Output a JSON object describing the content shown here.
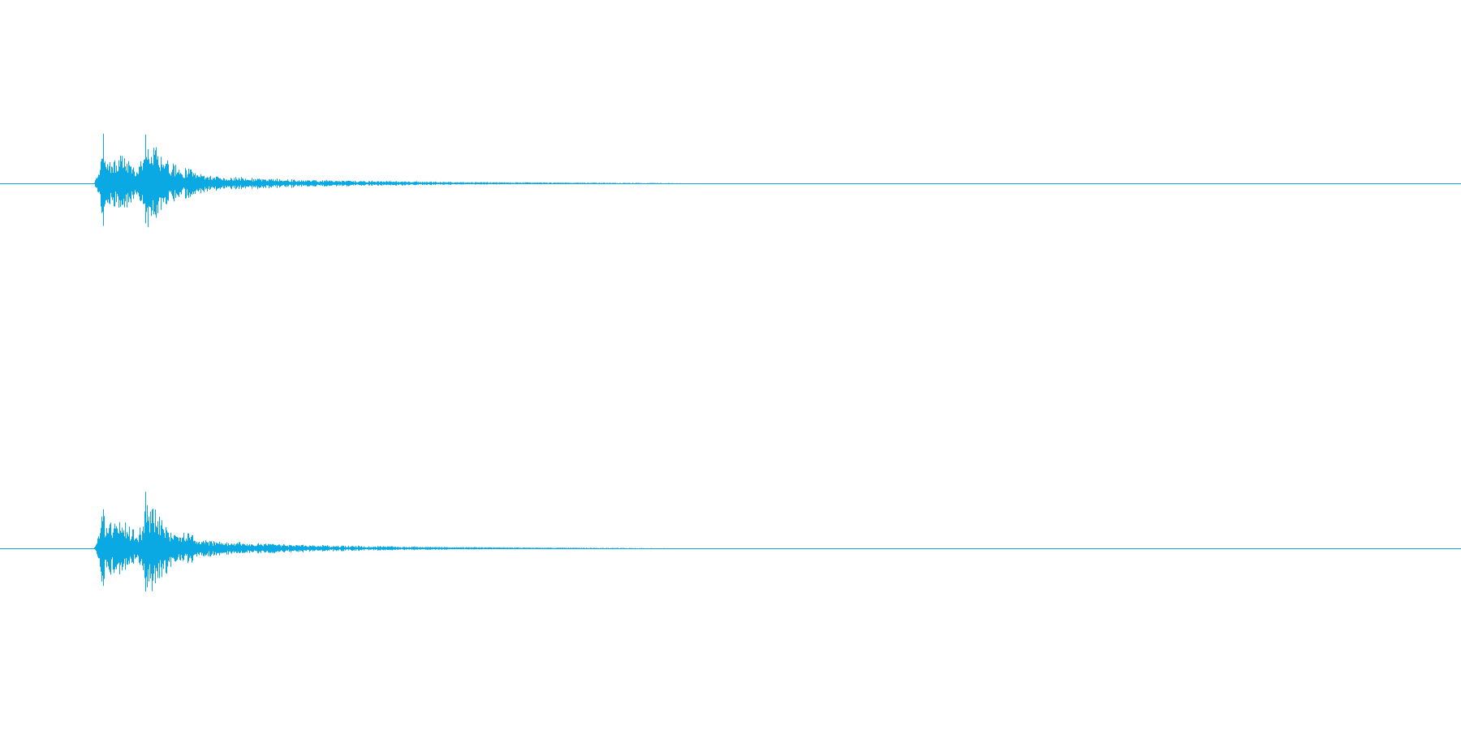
{
  "waveform": {
    "color": "#0ba9e3",
    "background": "#ffffff",
    "channels": [
      {
        "name": "",
        "envelope": [
          [
            0.0,
            0.0
          ],
          [
            0.064,
            0.0
          ],
          [
            0.066,
            0.12
          ],
          [
            0.069,
            0.42
          ],
          [
            0.07,
            0.98
          ],
          [
            0.072,
            0.45
          ],
          [
            0.076,
            0.38
          ],
          [
            0.08,
            0.42
          ],
          [
            0.084,
            0.46
          ],
          [
            0.088,
            0.38
          ],
          [
            0.092,
            0.3
          ],
          [
            0.094,
            0.2
          ],
          [
            0.098,
            0.48
          ],
          [
            0.1,
            0.92
          ],
          [
            0.102,
            0.6
          ],
          [
            0.104,
            0.68
          ],
          [
            0.108,
            0.56
          ],
          [
            0.112,
            0.5
          ],
          [
            0.116,
            0.34
          ],
          [
            0.12,
            0.28
          ],
          [
            0.124,
            0.22
          ],
          [
            0.13,
            0.26
          ],
          [
            0.134,
            0.2
          ],
          [
            0.138,
            0.16
          ],
          [
            0.144,
            0.14
          ],
          [
            0.152,
            0.11
          ],
          [
            0.162,
            0.1
          ],
          [
            0.172,
            0.09
          ],
          [
            0.184,
            0.08
          ],
          [
            0.196,
            0.07
          ],
          [
            0.21,
            0.06
          ],
          [
            0.225,
            0.052
          ],
          [
            0.24,
            0.045
          ],
          [
            0.258,
            0.04
          ],
          [
            0.275,
            0.034
          ],
          [
            0.295,
            0.028
          ],
          [
            0.315,
            0.022
          ],
          [
            0.34,
            0.018
          ],
          [
            0.37,
            0.014
          ],
          [
            0.4,
            0.011
          ],
          [
            0.43,
            0.008
          ],
          [
            0.46,
            0.005
          ],
          [
            0.48,
            0.003
          ],
          [
            0.51,
            0.0
          ],
          [
            1.0,
            0.0
          ]
        ]
      },
      {
        "name": "",
        "envelope": [
          [
            0.0,
            0.0
          ],
          [
            0.064,
            0.0
          ],
          [
            0.066,
            0.12
          ],
          [
            0.069,
            0.45
          ],
          [
            0.07,
            0.95
          ],
          [
            0.072,
            0.47
          ],
          [
            0.076,
            0.4
          ],
          [
            0.08,
            0.44
          ],
          [
            0.084,
            0.46
          ],
          [
            0.088,
            0.36
          ],
          [
            0.092,
            0.28
          ],
          [
            0.094,
            0.2
          ],
          [
            0.098,
            0.5
          ],
          [
            0.1,
            1.0
          ],
          [
            0.102,
            0.64
          ],
          [
            0.104,
            0.7
          ],
          [
            0.108,
            0.56
          ],
          [
            0.112,
            0.48
          ],
          [
            0.116,
            0.32
          ],
          [
            0.12,
            0.26
          ],
          [
            0.124,
            0.22
          ],
          [
            0.13,
            0.25
          ],
          [
            0.134,
            0.19
          ],
          [
            0.138,
            0.15
          ],
          [
            0.144,
            0.13
          ],
          [
            0.152,
            0.105
          ],
          [
            0.162,
            0.095
          ],
          [
            0.172,
            0.085
          ],
          [
            0.184,
            0.075
          ],
          [
            0.196,
            0.065
          ],
          [
            0.21,
            0.055
          ],
          [
            0.225,
            0.048
          ],
          [
            0.24,
            0.042
          ],
          [
            0.258,
            0.036
          ],
          [
            0.275,
            0.03
          ],
          [
            0.295,
            0.025
          ],
          [
            0.315,
            0.02
          ],
          [
            0.34,
            0.016
          ],
          [
            0.37,
            0.012
          ],
          [
            0.4,
            0.009
          ],
          [
            0.43,
            0.006
          ],
          [
            0.46,
            0.004
          ],
          [
            0.48,
            0.002
          ],
          [
            0.5,
            0.0
          ],
          [
            1.0,
            0.0
          ]
        ]
      }
    ]
  }
}
